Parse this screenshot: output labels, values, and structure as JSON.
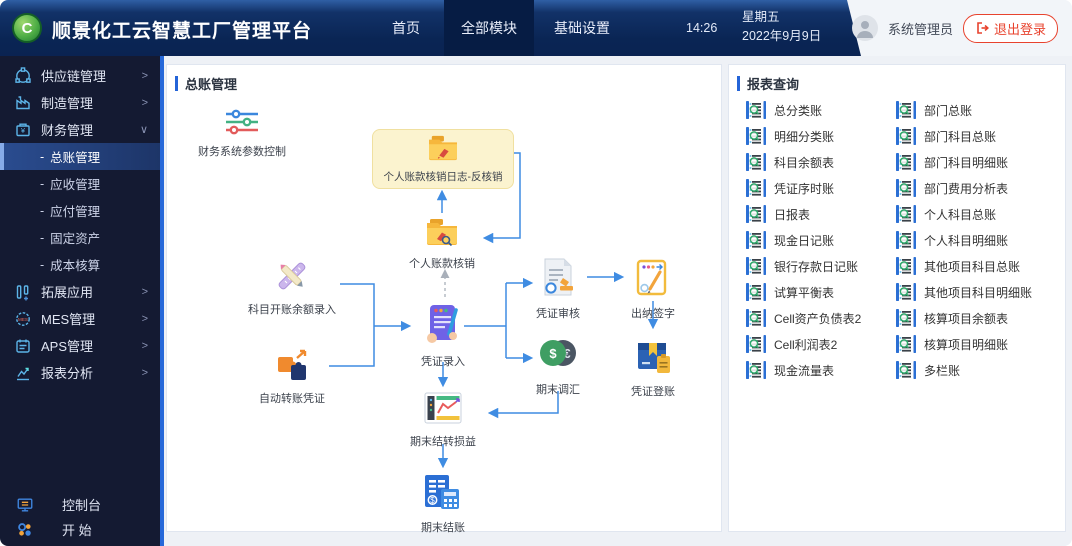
{
  "header": {
    "logo_letter": "C",
    "title": "顺景化工云智慧工厂管理平台",
    "nav": [
      {
        "label": "首页",
        "active": false
      },
      {
        "label": "全部模块",
        "active": true
      },
      {
        "label": "基础设置",
        "active": false
      }
    ],
    "time": "14:26",
    "weekday": "星期五",
    "date": "2022年9月9日",
    "username": "系统管理员",
    "logout_label": "退出登录"
  },
  "sidebar": {
    "child_prefix": "-",
    "items": [
      {
        "label": "供应链管理",
        "chevron": ">"
      },
      {
        "label": "制造管理",
        "chevron": ">"
      },
      {
        "label": "财务管理",
        "chevron": "∨",
        "children": [
          {
            "label": "总账管理",
            "active": true
          },
          {
            "label": "应收管理",
            "active": false
          },
          {
            "label": "应付管理",
            "active": false
          },
          {
            "label": "固定资产",
            "active": false
          },
          {
            "label": "成本核算",
            "active": false
          }
        ]
      },
      {
        "label": "拓展应用",
        "chevron": ">"
      },
      {
        "label": "MES管理",
        "chevron": ">"
      },
      {
        "label": "APS管理",
        "chevron": ">"
      },
      {
        "label": "报表分析",
        "chevron": ">"
      }
    ],
    "footer": [
      {
        "label": "控制台"
      },
      {
        "label": "开 始"
      }
    ]
  },
  "main": {
    "flow_panel": {
      "title": "总账管理",
      "nodes": {
        "params": "财务系统参数控制",
        "reverse_writeoff": "个人账款核销日志-反核销",
        "personal_writeoff": "个人账款核销",
        "opening_balance": "科目开账余额录入",
        "auto_transfer": "自动转账凭证",
        "voucher_entry": "凭证录入",
        "voucher_audit": "凭证审核",
        "cashier_sign": "出纳签字",
        "period_exchange": "期末调汇",
        "voucher_post": "凭证登账",
        "period_carryover": "期末结转损益",
        "period_close": "期末结账"
      }
    },
    "reports_panel": {
      "title": "报表查询",
      "col1": [
        "总分类账",
        "明细分类账",
        "科目余额表",
        "凭证序时账",
        "日报表",
        "现金日记账",
        "银行存款日记账",
        "试算平衡表",
        "Cell资产负债表2",
        "Cell利润表2",
        "现金流量表"
      ],
      "col2": [
        "部门总账",
        "部门科目总账",
        "部门科目明细账",
        "部门费用分析表",
        "个人科目总账",
        "个人科目明细账",
        "其他项目科目总账",
        "其他项目科目明细账",
        "核算项目余额表",
        "核算项目明细账",
        "多栏账"
      ]
    }
  },
  "colors": {
    "accent_blue": "#2464d8",
    "danger_red": "#e8432e",
    "topbar_navy": "#0a2554",
    "sidebar_navy": "#141a32",
    "arrow_blue": "#3f8ce2",
    "folder_yellow": "#f6b73c"
  }
}
